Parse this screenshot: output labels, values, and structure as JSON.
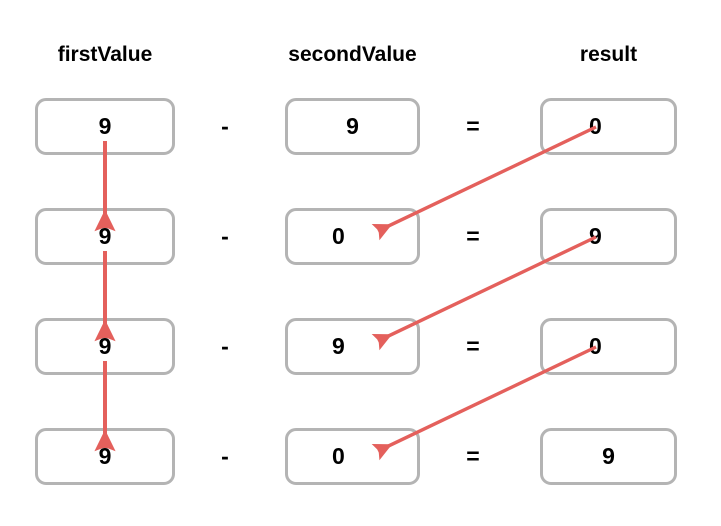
{
  "title": "subtraction-trace-table",
  "colors": {
    "arrow": "#e4605c",
    "box_border": "#b4b4b4",
    "text": "#000000",
    "background": "#ffffff"
  },
  "headers": {
    "first": "firstValue",
    "second": "secondValue",
    "result": "result"
  },
  "operators": {
    "minus": "-",
    "equals": "="
  },
  "rows": [
    {
      "first": "9",
      "second": "9",
      "result": "0"
    },
    {
      "first": "9",
      "second": "0",
      "result": "9"
    },
    {
      "first": "9",
      "second": "9",
      "result": "0"
    },
    {
      "first": "9",
      "second": "0",
      "result": "9"
    }
  ],
  "arrows": {
    "vertical": [
      {
        "name": "first-value-carry-row1-to-row2",
        "from_row": 1,
        "to_row": 2
      },
      {
        "name": "first-value-carry-row2-to-row3",
        "from_row": 2,
        "to_row": 3
      },
      {
        "name": "first-value-carry-row3-to-row4",
        "from_row": 3,
        "to_row": 4
      }
    ],
    "diagonal": [
      {
        "name": "result-row1-to-second-value-row2",
        "from_row": 1,
        "to_row": 2
      },
      {
        "name": "result-row2-to-second-value-row3",
        "from_row": 2,
        "to_row": 3
      },
      {
        "name": "result-row3-to-second-value-row4",
        "from_row": 3,
        "to_row": 4
      }
    ]
  }
}
